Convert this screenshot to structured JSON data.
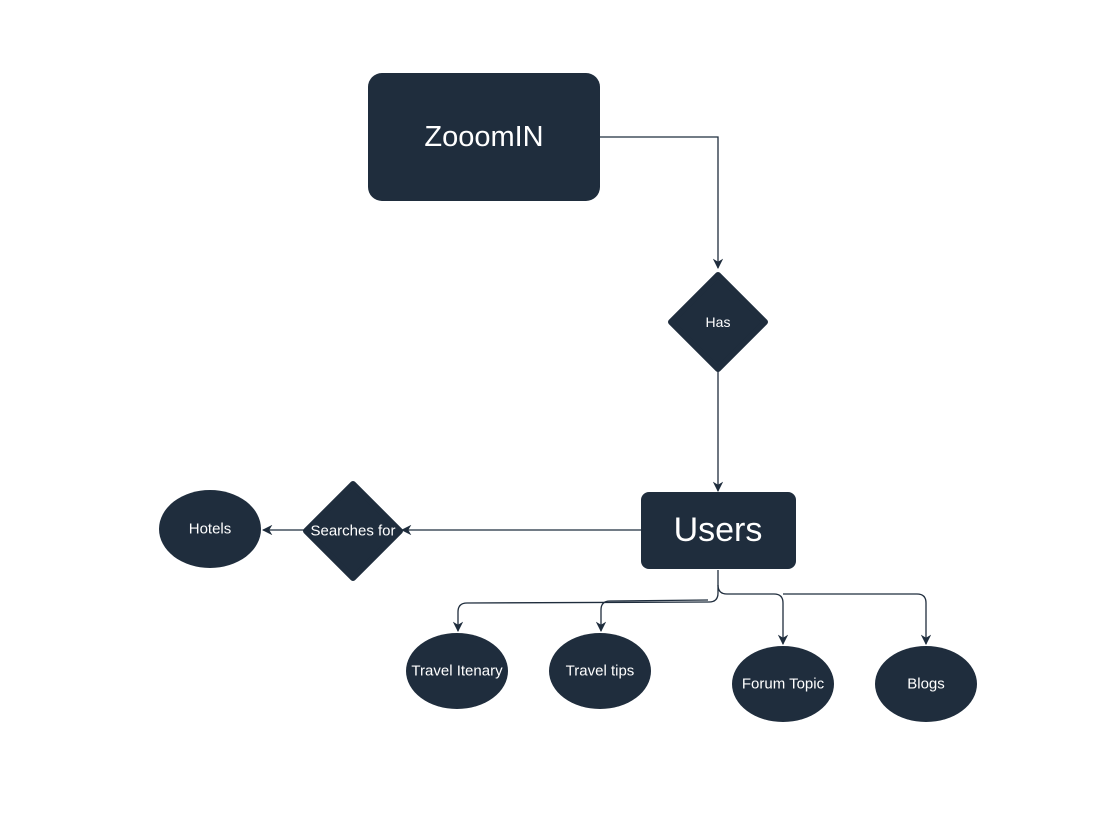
{
  "diagram": {
    "colors": {
      "node_fill": "#1f2d3d",
      "edge_stroke": "#1f2d3d",
      "label_text": "#ffffff"
    },
    "nodes": {
      "zooomin": "ZooomIN",
      "has": "Has",
      "users": "Users",
      "searches_for": "Searches for",
      "hotels": "Hotels",
      "travel_itenary": "Travel Itenary",
      "travel_tips": "Travel tips",
      "forum_topic": "Forum Topic",
      "blogs": "Blogs"
    }
  }
}
